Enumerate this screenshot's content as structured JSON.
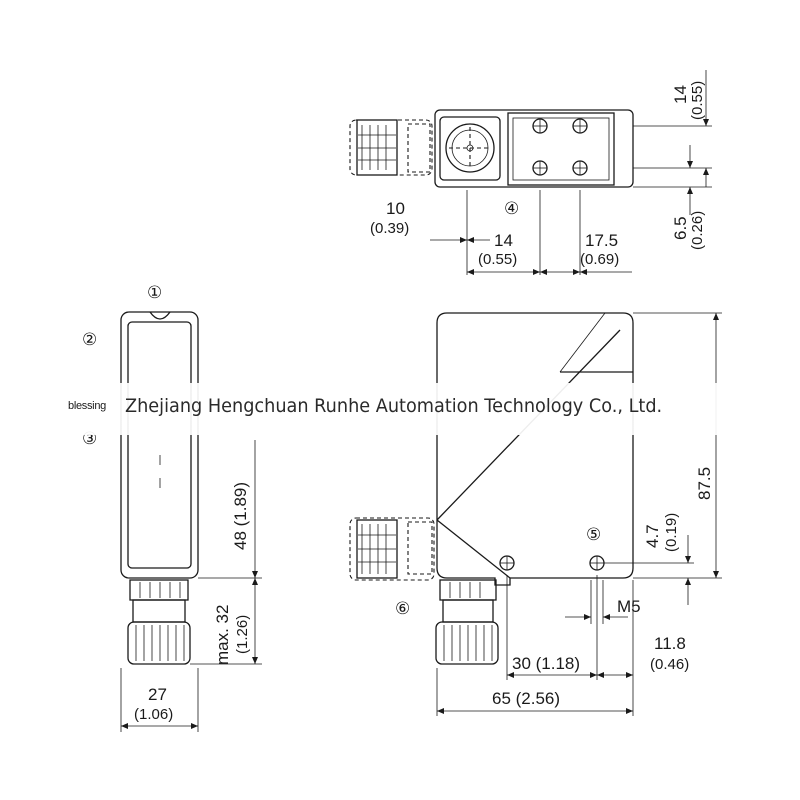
{
  "drawing": {
    "callouts": {
      "c1": "①",
      "c2": "②",
      "c3": "③",
      "c4": "④",
      "c5": "⑤",
      "c6": "⑥"
    },
    "top_view": {
      "dim_14": "14",
      "dim_14_in": "(0.55)",
      "dim_6_5": "6.5",
      "dim_6_5_in": "(0.26)",
      "dim_10": "10",
      "dim_10_in": "(0.39)",
      "dim_14b": "14",
      "dim_14b_in": "(0.55)",
      "dim_17_5": "17.5",
      "dim_17_5_in": "(0.69)"
    },
    "front_view": {
      "dim_48": "48 (1.89)",
      "dim_32": "max. 32",
      "dim_32_in": "(1.26)",
      "dim_27": "27",
      "dim_27_in": "(1.06)"
    },
    "side_view": {
      "dim_87_5": "87.5",
      "dim_4_7": "4.7",
      "dim_4_7_in": "(0.19)",
      "dim_m5": "M5",
      "dim_30": "30 (1.18)",
      "dim_11_8": "11.8",
      "dim_11_8_in": "(0.46)",
      "dim_65": "65 (2.56)"
    }
  },
  "watermark": {
    "logo_text": "blessing",
    "company": "Zhejiang Hengchuan Runhe Automation Technology Co., Ltd."
  }
}
